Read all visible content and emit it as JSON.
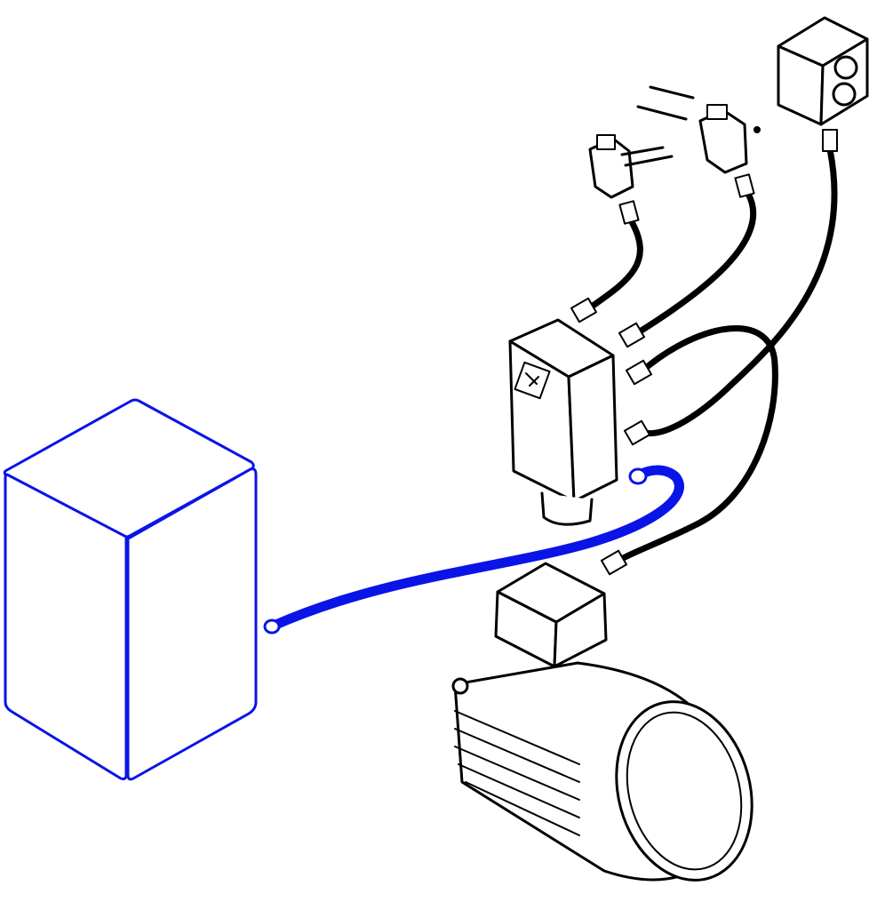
{
  "colors": {
    "highlight": "#0a14e6",
    "line": "#000000",
    "background": "#ffffff"
  },
  "components": [
    "control-cabinet",
    "main-switch-box",
    "limit-switch-left",
    "limit-switch-right",
    "pushbutton-station",
    "electric-motor",
    "highlighted-cable",
    "connection-cables"
  ]
}
